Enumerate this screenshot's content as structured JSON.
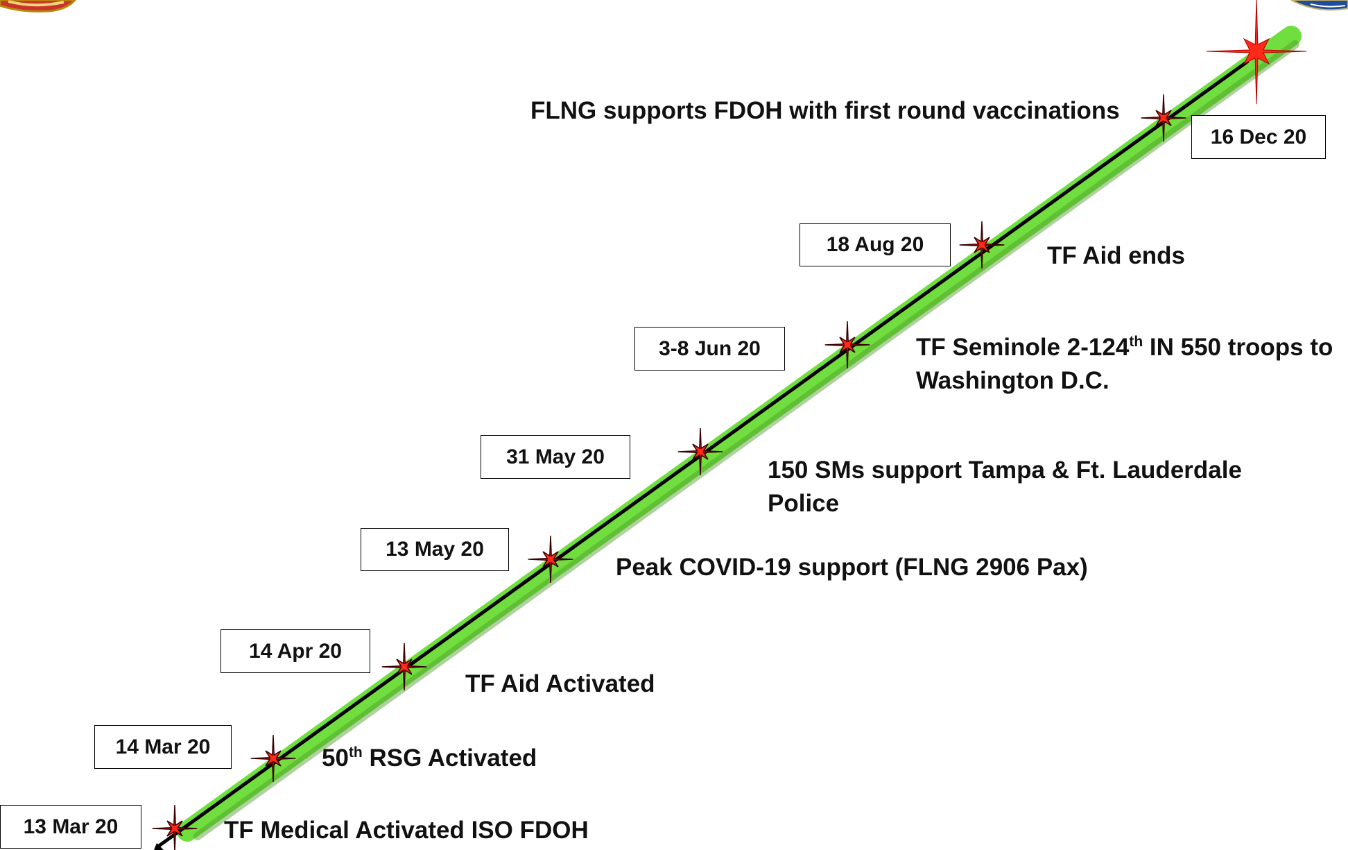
{
  "milestones": [
    {
      "date": "13 Mar 20",
      "event_lines": [
        "TF Medical Activated ISO FDOH"
      ]
    },
    {
      "date": "14 Mar 20",
      "event_lines": [
        "50",
        "th",
        " RSG Activated"
      ]
    },
    {
      "date": "14 Apr 20",
      "event_lines": [
        "TF Aid Activated"
      ]
    },
    {
      "date": "13 May 20",
      "event_lines": [
        "Peak COVID-19 support (FLNG 2906 Pax)"
      ]
    },
    {
      "date": "31 May 20",
      "event_lines": [
        "150 SMs support Tampa & Ft. Lauderdale",
        "Police"
      ]
    },
    {
      "date": "3-8 Jun 20",
      "event_lines": [
        "TF Seminole 2-124",
        "th",
        " IN 550 troops to",
        "Washington D.C."
      ]
    },
    {
      "date": "18 Aug 20",
      "event_lines": [
        "TF Aid ends"
      ]
    },
    {
      "date": "16 Dec 20",
      "event_lines": [
        "FLNG supports FDOH with first round vaccinations"
      ]
    }
  ],
  "colors": {
    "band_light": "#7CFC4A",
    "band_dark": "#4E9A2A",
    "line": "#000000",
    "star_fill": "#FF2A1A",
    "star_stroke": "#3A0000"
  },
  "icons": [
    "star-marker-icon",
    "arrow-head-icon",
    "large-star-icon"
  ]
}
